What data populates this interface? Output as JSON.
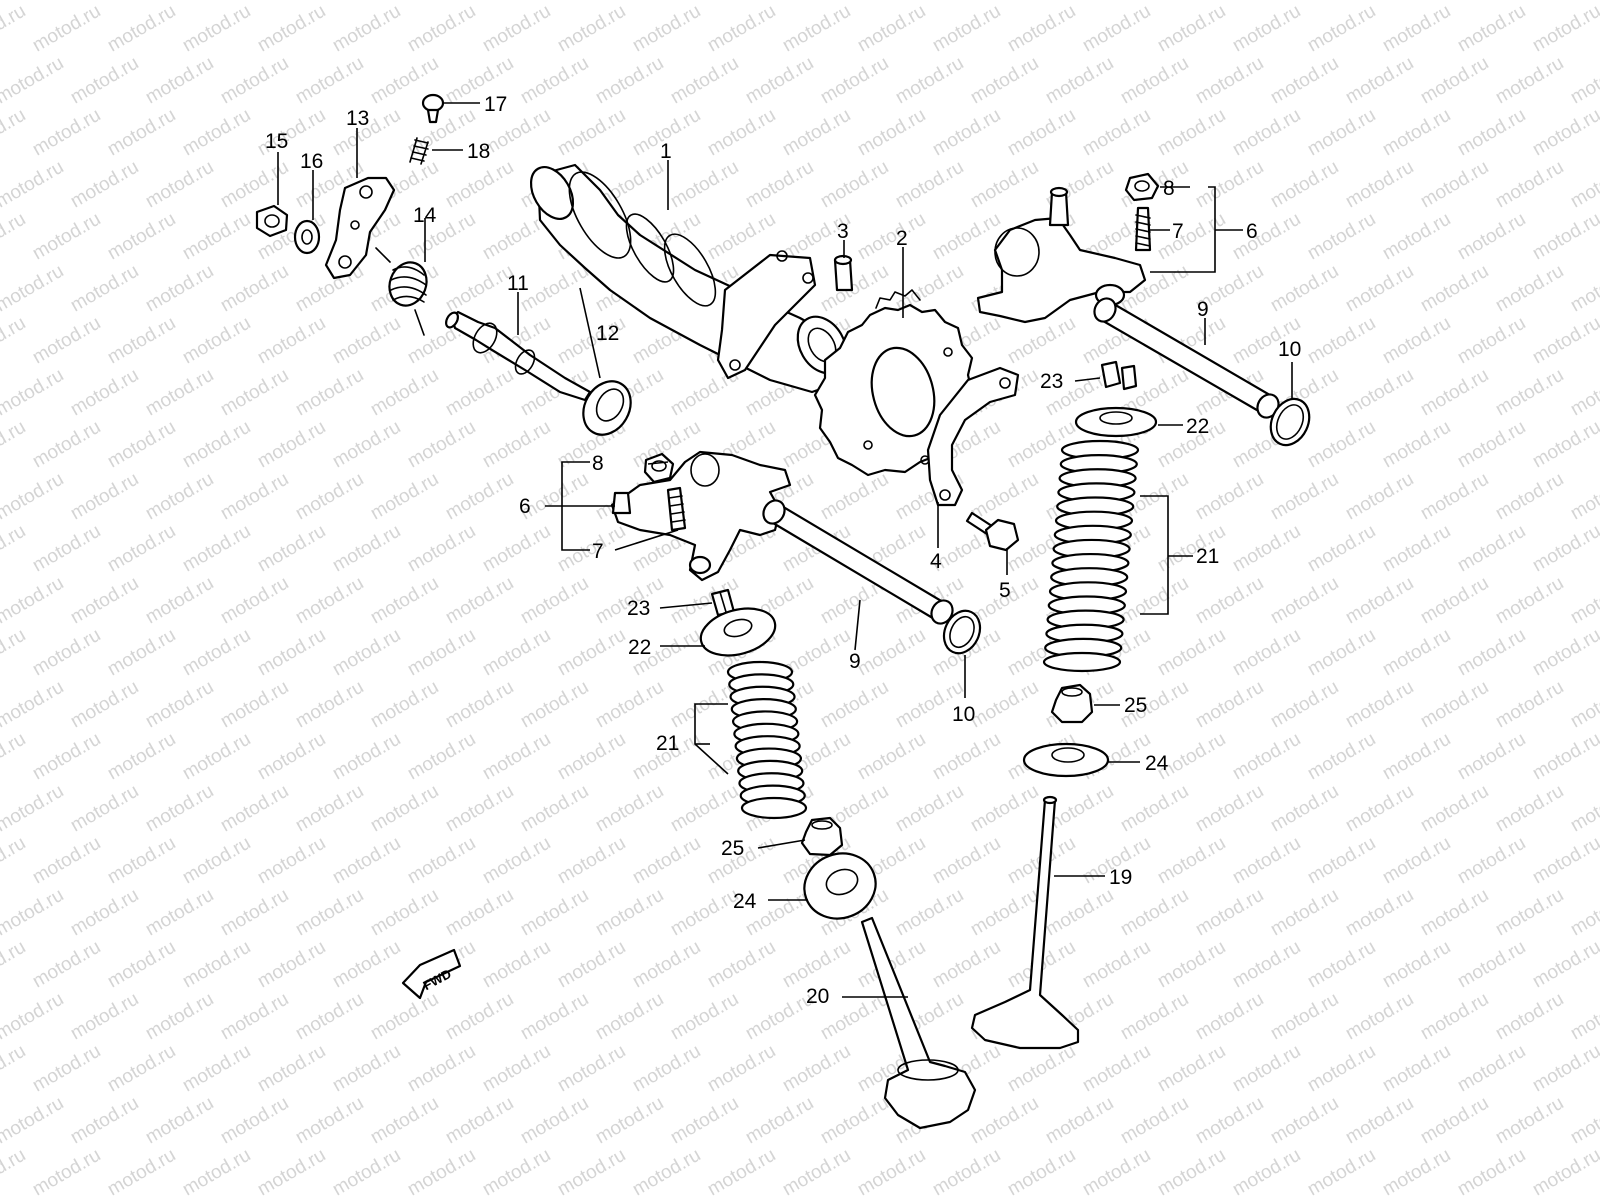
{
  "watermark": "motod.ru",
  "direction_badge": "FWD",
  "callouts": [
    {
      "id": "c1",
      "label": "1"
    },
    {
      "id": "c2",
      "label": "2"
    },
    {
      "id": "c3",
      "label": "3"
    },
    {
      "id": "c4",
      "label": "4"
    },
    {
      "id": "c5",
      "label": "5"
    },
    {
      "id": "c6a",
      "label": "6"
    },
    {
      "id": "c6b",
      "label": "6"
    },
    {
      "id": "c7a",
      "label": "7"
    },
    {
      "id": "c7b",
      "label": "7"
    },
    {
      "id": "c8a",
      "label": "8"
    },
    {
      "id": "c8b",
      "label": "8"
    },
    {
      "id": "c9a",
      "label": "9"
    },
    {
      "id": "c9b",
      "label": "9"
    },
    {
      "id": "c10a",
      "label": "10"
    },
    {
      "id": "c10b",
      "label": "10"
    },
    {
      "id": "c11",
      "label": "11"
    },
    {
      "id": "c12",
      "label": "12"
    },
    {
      "id": "c13",
      "label": "13"
    },
    {
      "id": "c14",
      "label": "14"
    },
    {
      "id": "c15",
      "label": "15"
    },
    {
      "id": "c16",
      "label": "16"
    },
    {
      "id": "c17",
      "label": "17"
    },
    {
      "id": "c18",
      "label": "18"
    },
    {
      "id": "c19",
      "label": "19"
    },
    {
      "id": "c20",
      "label": "20"
    },
    {
      "id": "c21a",
      "label": "21"
    },
    {
      "id": "c21b",
      "label": "21"
    },
    {
      "id": "c22a",
      "label": "22"
    },
    {
      "id": "c22b",
      "label": "22"
    },
    {
      "id": "c23a",
      "label": "23"
    },
    {
      "id": "c23b",
      "label": "23"
    },
    {
      "id": "c24a",
      "label": "24"
    },
    {
      "id": "c24b",
      "label": "24"
    },
    {
      "id": "c25a",
      "label": "25"
    },
    {
      "id": "c25b",
      "label": "25"
    }
  ]
}
